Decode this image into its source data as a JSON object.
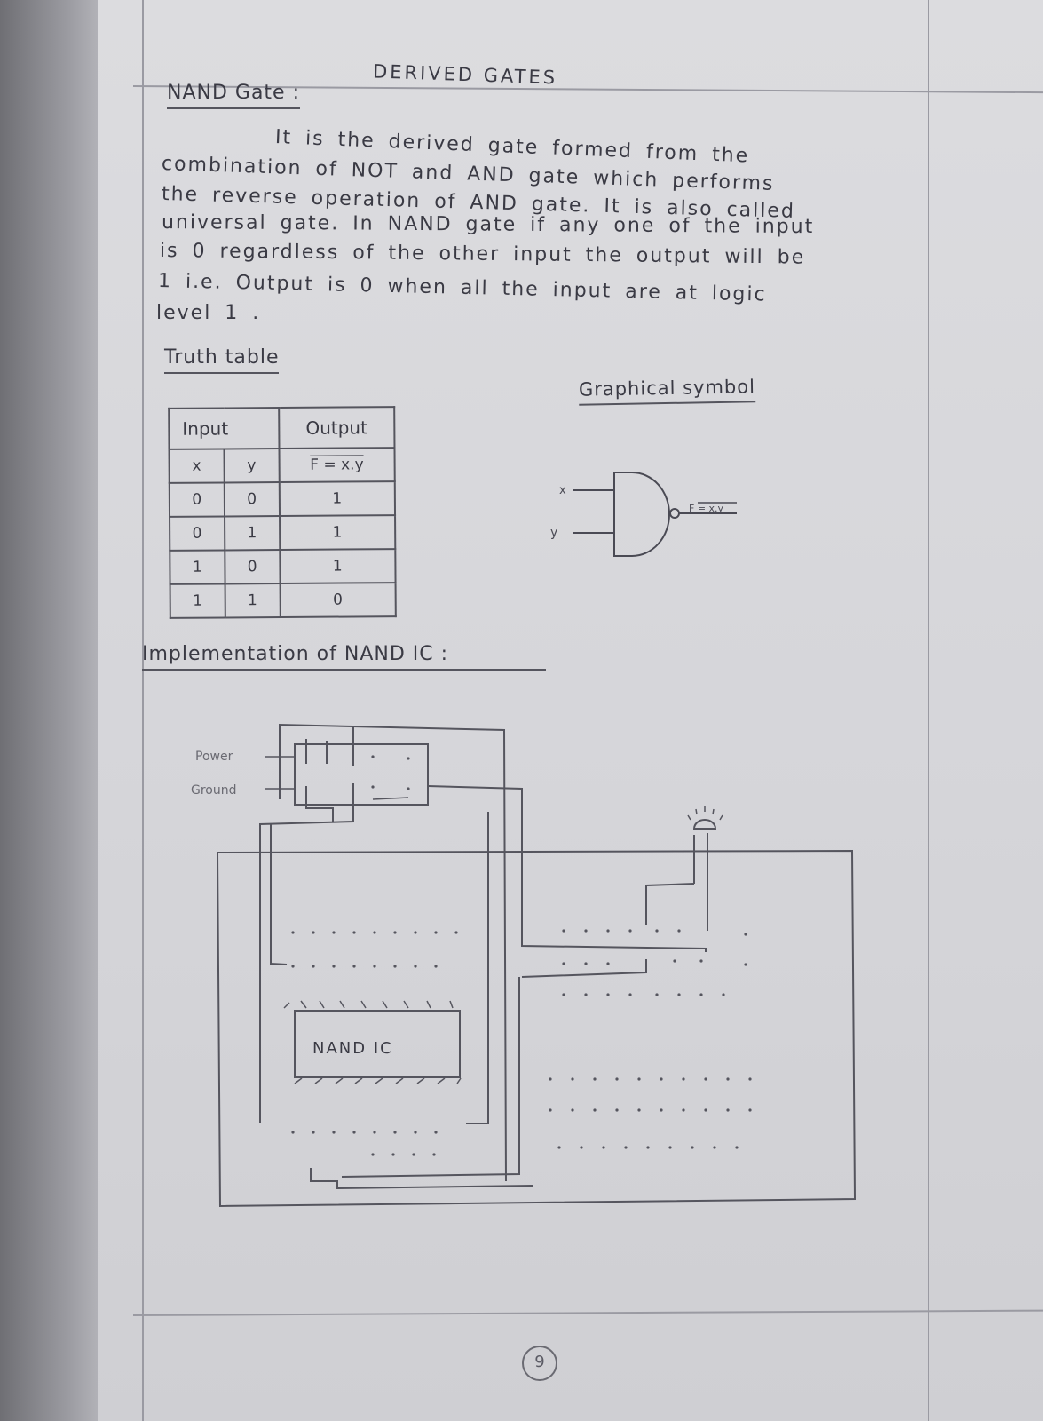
{
  "title": "DERIVED GATES",
  "section_heading": "NAND Gate :",
  "paragraph_lines": [
    "It is the derived gate formed from the",
    "combination of NOT and AND gate which performs",
    "the reverse operation of AND gate. It is also called",
    "universal gate. In NAND gate if any one of the input",
    "is 0 regardless of the other input the output will be",
    "1 i.e. Output is 0 when all the input are at logic",
    "level 1 ."
  ],
  "truth_table": {
    "heading": "Truth table",
    "input_header": "Input",
    "output_header": "Output",
    "col_x": "x",
    "col_y": "y",
    "col_f": "F = x.y",
    "rows": [
      [
        "0",
        "0",
        "1"
      ],
      [
        "0",
        "1",
        "1"
      ],
      [
        "1",
        "0",
        "1"
      ],
      [
        "1",
        "1",
        "0"
      ]
    ]
  },
  "graphical_symbol": {
    "heading": "Graphical symbol",
    "input_x": "x",
    "input_y": "y",
    "output": "F = x.y"
  },
  "implementation": {
    "heading": "Implementation of NAND IC :",
    "power_label": "Power",
    "ground_label": "Ground",
    "ic_label": "NAND IC"
  },
  "page_number": "9"
}
